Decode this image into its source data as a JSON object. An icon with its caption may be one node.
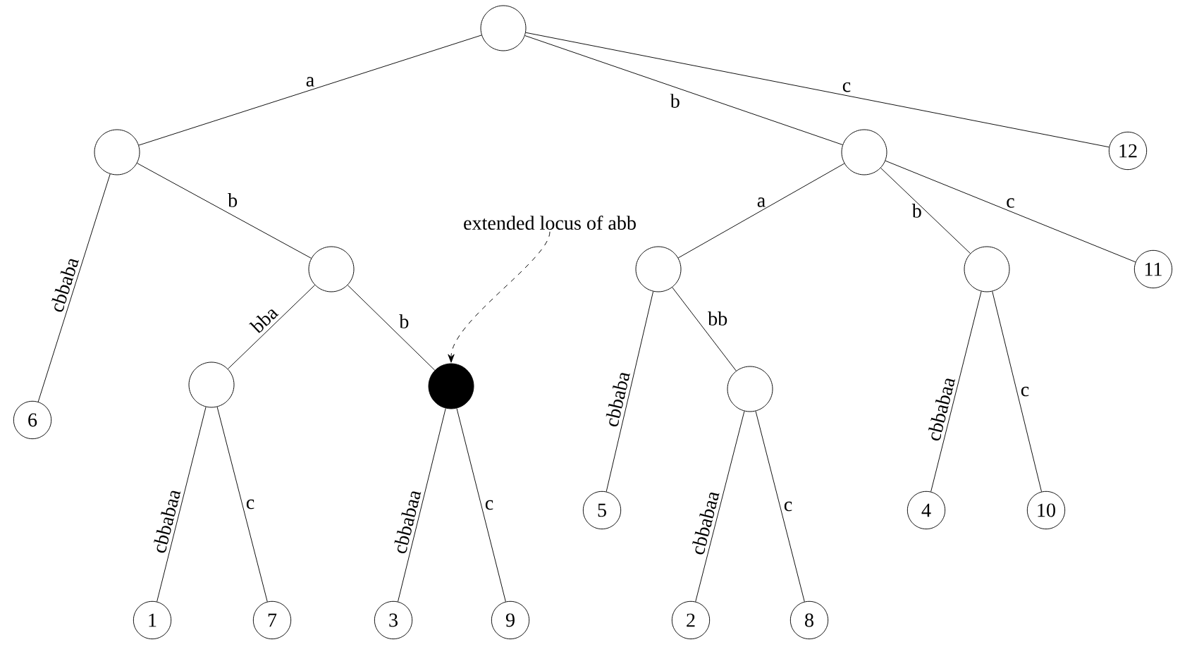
{
  "diagram": {
    "nodes": [
      {
        "text": [],
        "shape": "circle"
      },
      {
        "text": [],
        "shape": "circle"
      },
      {
        "text": [],
        "shape": "circle"
      },
      {
        "text": [
          "12"
        ]
      },
      {
        "text": [
          "6"
        ]
      },
      {
        "text": [],
        "shape": "circle"
      },
      {
        "text": [],
        "shape": "circle"
      },
      {
        "text": [],
        "shape": "circle"
      },
      {
        "text": [
          "1"
        ]
      },
      {
        "text": [
          "7"
        ]
      },
      {
        "text": [
          "3"
        ]
      },
      {
        "text": [
          "9"
        ]
      },
      {
        "text": [],
        "shape": "circle"
      },
      {
        "text": [],
        "shape": "circle"
      },
      {
        "text": [
          "11"
        ]
      },
      {
        "text": [
          "5"
        ]
      },
      {
        "text": [],
        "shape": "circle"
      },
      {
        "text": [
          "2"
        ]
      },
      {
        "text": [
          "8"
        ]
      },
      {
        "text": [
          "4"
        ]
      },
      {
        "text": [
          "10"
        ]
      },
      {
        "text": [
          "extended locus of abb"
        ]
      }
    ],
    "edges": [
      {
        "from": 0,
        "to": 1,
        "arrow": "none",
        "label": "a"
      },
      {
        "from": 0,
        "to": 2,
        "arrow": "none",
        "label": "b"
      },
      {
        "from": 0,
        "to": 3,
        "arrow": "none",
        "label": "c"
      },
      {
        "from": 1,
        "to": 4,
        "arrow": "none",
        "label": "cbbaba"
      },
      {
        "from": 1,
        "to": 5,
        "arrow": "none",
        "label": "b"
      },
      {
        "from": 5,
        "to": 6,
        "arrow": "none",
        "label": "bba"
      },
      {
        "from": 5,
        "to": 7,
        "arrow": "none",
        "label": "b"
      },
      {
        "from": 6,
        "to": 8,
        "arrow": "none",
        "label": "cbbabaa"
      },
      {
        "from": 6,
        "to": 9,
        "arrow": "none",
        "label": "c"
      },
      {
        "from": 7,
        "to": 10,
        "arrow": "none",
        "label": "cbbabaa"
      },
      {
        "from": 7,
        "to": 11,
        "arrow": "none",
        "label": "c"
      },
      {
        "from": 2,
        "to": 12,
        "arrow": "none",
        "label": "a"
      },
      {
        "from": 2,
        "to": 13,
        "arrow": "none",
        "label": "b"
      },
      {
        "from": 2,
        "to": 14,
        "arrow": "none",
        "label": "c"
      },
      {
        "from": 12,
        "to": 15,
        "arrow": "none",
        "label": "cbbaba"
      },
      {
        "from": 12,
        "to": 16,
        "arrow": "none",
        "label": "bb"
      },
      {
        "from": 16,
        "to": 17,
        "arrow": "none",
        "label": "cbbabaa"
      },
      {
        "from": 16,
        "to": 18,
        "arrow": "none",
        "label": "c"
      },
      {
        "from": 13,
        "to": 19,
        "arrow": "none",
        "label": "cbbabaa"
      },
      {
        "from": 13,
        "to": 20,
        "arrow": "none",
        "label": "c"
      },
      {
        "from": 21,
        "to": 7,
        "arrow": "to",
        "style": "dashed"
      }
    ]
  }
}
